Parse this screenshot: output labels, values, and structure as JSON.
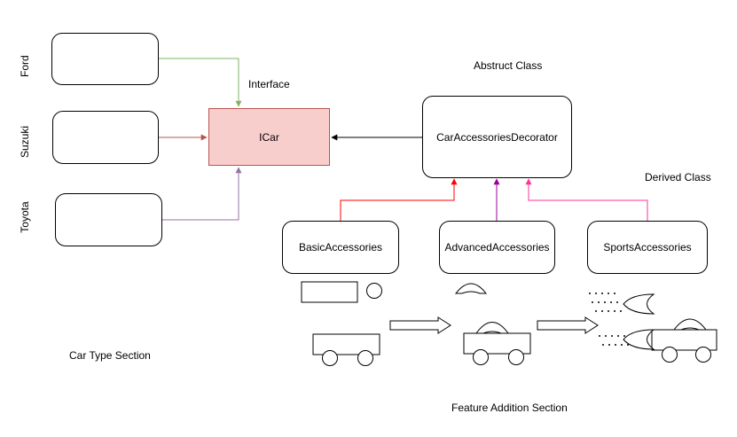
{
  "left_labels": [
    "Ford",
    "Suzuki",
    "Toyota"
  ],
  "interface_label": "Interface",
  "icar_label": "ICar",
  "abstract_label": "Abstruct Class",
  "decorator_label": "CarAccessoriesDecorator",
  "derived_label": "Derived Class",
  "accessories": [
    "BasicAccessories",
    "AdvancedAccessories",
    "SportsAccessories"
  ],
  "car_type_section": "Car Type Section",
  "feature_section": "Feature Addition Section",
  "colors": {
    "ford_arrow": "#82b366",
    "suzuki_arrow": "#b85450",
    "toyota_arrow": "#9673a6",
    "icar_fill": "#f8cecc",
    "icar_stroke": "#b85450",
    "basic_arrow": "#ff0000",
    "advanced_arrow": "#990099",
    "sports_arrow": "#ff3399"
  }
}
